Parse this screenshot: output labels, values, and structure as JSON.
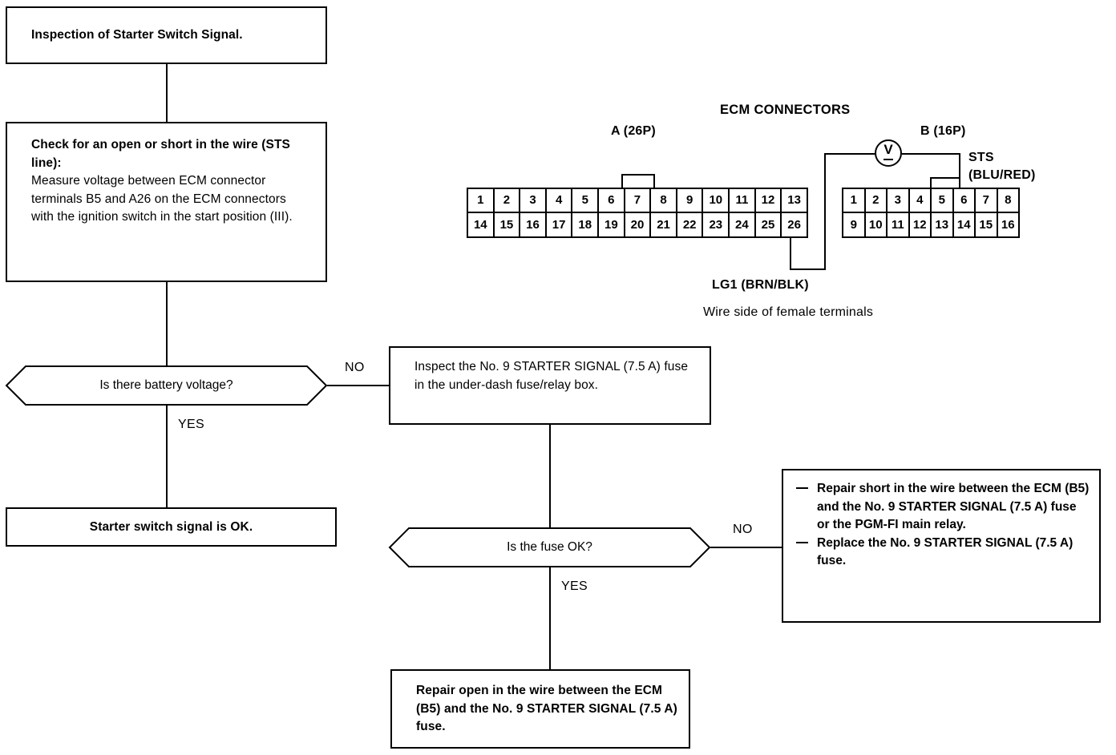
{
  "flowchart": {
    "nodes": {
      "start": {
        "text": "Inspection of Starter Switch Signal.",
        "style": "bold"
      },
      "check_open_short": {
        "heading": "Check for an open or short in the wire (STS line):",
        "body": "Measure voltage between ECM connector terminals B5 and A26 on the ECM connectors with the ignition switch in the start position (III)."
      },
      "q_battery_voltage": {
        "text": "Is there battery voltage?"
      },
      "result_ok": {
        "text": "Starter switch signal is OK."
      },
      "inspect_fuse": {
        "text": "Inspect the No. 9 STARTER SIGNAL (7.5 A) fuse in the under-dash fuse/relay box."
      },
      "q_fuse_ok": {
        "text": "Is the fuse OK?"
      },
      "repair_open": {
        "text": "Repair open in the wire between the ECM (B5) and the No. 9 STARTER SIGNAL (7.5 A) fuse."
      },
      "repair_short": {
        "items": [
          "Repair short in the wire between the ECM (B5) and the No. 9 STARTER SIGNAL (7.5 A) fuse or the PGM-FI main relay.",
          "Replace the No. 9 STARTER SIGNAL (7.5 A) fuse."
        ]
      }
    },
    "branch_labels": {
      "battery_no": "NO",
      "battery_yes": "YES",
      "fuse_no": "NO",
      "fuse_yes": "YES"
    }
  },
  "connector_diagram": {
    "title": "ECM CONNECTORS",
    "connector_a": {
      "label": "A (26P)",
      "rows": [
        [
          "1",
          "2",
          "3",
          "4",
          "5",
          "6",
          "7",
          "8",
          "9",
          "10",
          "11",
          "12",
          "13"
        ],
        [
          "14",
          "15",
          "16",
          "17",
          "18",
          "19",
          "20",
          "21",
          "22",
          "23",
          "24",
          "25",
          "26"
        ]
      ]
    },
    "connector_b": {
      "label": "B (16P)",
      "rows": [
        [
          "1",
          "2",
          "3",
          "4",
          "5",
          "6",
          "7",
          "8"
        ],
        [
          "9",
          "10",
          "11",
          "12",
          "13",
          "14",
          "15",
          "16"
        ]
      ]
    },
    "meter": {
      "symbol": "V"
    },
    "wire_sts": {
      "line1": "STS",
      "line2": "(BLU/RED)"
    },
    "wire_lg1": {
      "text": "LG1 (BRN/BLK)"
    },
    "footnote": "Wire side of female terminals"
  },
  "colors": {
    "ink": "#000000",
    "paper": "#ffffff"
  }
}
